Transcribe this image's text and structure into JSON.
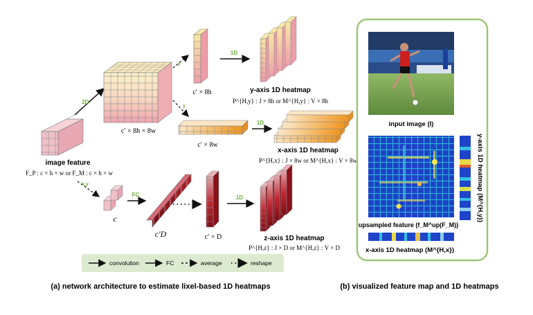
{
  "caption_left": "(a) network architecture to estimate lixel-based 1D heatmaps",
  "caption_right": "(b) visualized feature map and 1D heatmaps",
  "labels": {
    "image_feature_title": "image feature",
    "image_feature_dims": "F_P : c × h × w   or   F_M : c × h × w",
    "big_cube_dims": "c′ × 8h × 8w",
    "y_col_dims": "c′ × 8h",
    "x_row_dims": "c′ × 8w",
    "c_dims": "c",
    "cD_dims": "c′D",
    "z_col_dims": "c′ × D",
    "y_heatmap_title": "y-axis 1D heatmap",
    "y_heatmap_dims": "P^{H,y} : J × 8h   or   M^{H,y} : V × 8h",
    "x_heatmap_title": "x-axis 1D heatmap",
    "x_heatmap_dims": "P^{H,x} : J × 8w   or   M^{H,x} : V × 8w",
    "z_heatmap_title": "z-axis 1D heatmap",
    "z_heatmap_dims": "P^{H,z} : J × D   or   M^{H,z} : V × D"
  },
  "arrow_labels": {
    "two_d": "2D",
    "y_arrow": "y",
    "y_arrow2": "y",
    "one_d_top": "1D",
    "one_d_mid": "1D",
    "one_d_bottom": "1D",
    "xy": "x,y",
    "fc": "FC"
  },
  "legend": {
    "convolution": "convolution",
    "fc": "FC",
    "average": "average",
    "reshape": "reshape"
  },
  "panel_b": {
    "input_image_label": "input image (I)",
    "upsampled_label": "upsampled feature (f_M^up(F_M))",
    "y_heatmap_vertical": "y-axis 1D heatmap (M^{H,y})",
    "x_heatmap_label": "x-axis 1D heatmap (M^{H,x})"
  },
  "colors": {
    "panel_border": "#9cc67a",
    "legend_bg": "#dcebd0",
    "arrow_label_green": "#6aae3c",
    "pink": "#e8a7b3",
    "yellow_top": "#f7e4a0",
    "orange": "#f3a74f",
    "dark_red": "#9b1b24"
  }
}
